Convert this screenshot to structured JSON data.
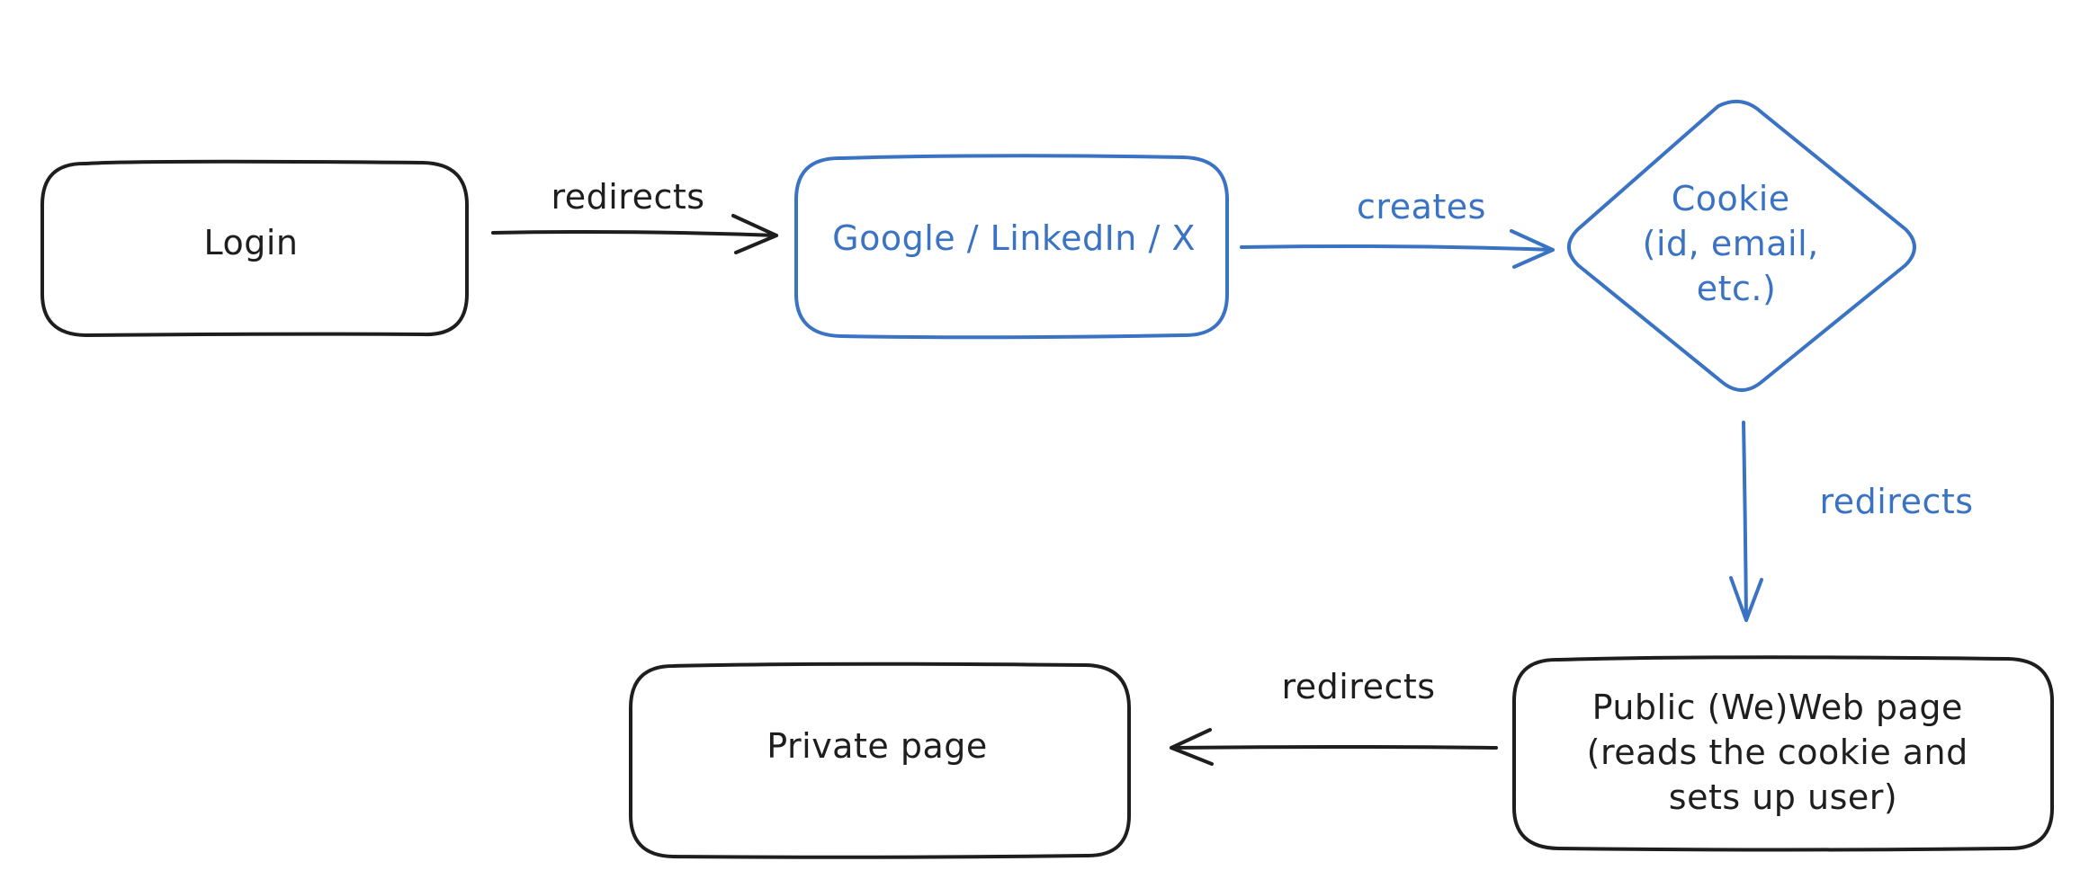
{
  "colors": {
    "ink": "#1e1e1e",
    "accent": "#3a72c4",
    "background": "#ffffff"
  },
  "nodes": {
    "login": {
      "label": "Login"
    },
    "oauth": {
      "label": "Google / LinkedIn / X"
    },
    "cookie": {
      "lines": [
        "Cookie",
        "(id, email,",
        "etc.)"
      ]
    },
    "public_page": {
      "lines": [
        "Public (We)Web page",
        "(reads the cookie and",
        "sets up user)"
      ]
    },
    "private_page": {
      "label": "Private page"
    }
  },
  "edges": {
    "login_to_oauth": {
      "label": "redirects"
    },
    "oauth_to_cookie": {
      "label": "creates"
    },
    "cookie_to_public": {
      "label": "redirects"
    },
    "public_to_private": {
      "label": "redirects"
    }
  }
}
